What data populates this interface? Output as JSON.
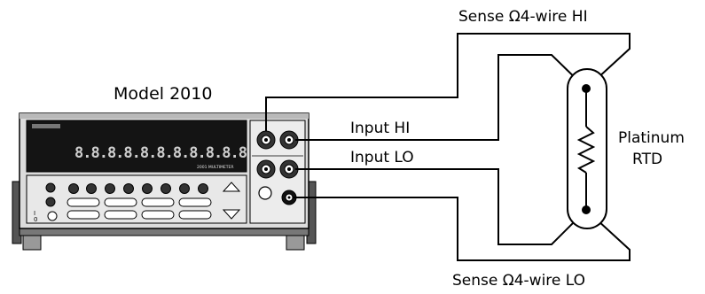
{
  "model_label": "Model 2010",
  "display": {
    "readout": "8.8.8.8.8.8.8.8.8.8.8.8.",
    "brand": "2001 MULTIMETER"
  },
  "terminals": {
    "input_hi": "Input HI",
    "input_lo": "Input LO"
  },
  "sense": {
    "hi": "Sense Ω4-wire HI",
    "lo": "Sense Ω4-wire LO"
  },
  "rtd": {
    "line1": "Platinum",
    "line2": "RTD"
  },
  "front_power_label": "I\n0"
}
